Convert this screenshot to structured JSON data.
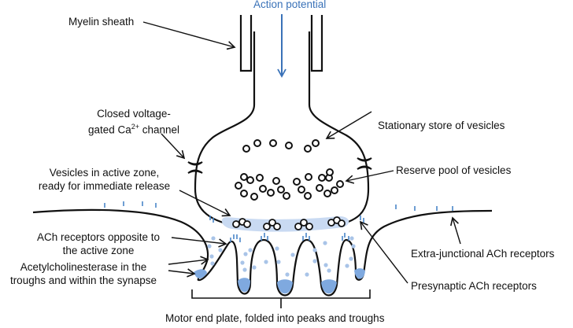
{
  "figure": {
    "type": "neuromuscular junction diagram",
    "colors": {
      "outline": "#111111",
      "signal_blue": "#3a72b8",
      "receptor_blue": "#4a86c8",
      "active_zone_fill": "#c9daf2",
      "enzyme_dot": "#a9c4e8",
      "trough_fill": "#7fa9df"
    }
  },
  "labels": {
    "action_potential": "Action potential",
    "myelin_sheath": "Myelin sheath",
    "closed_channel_line1": "Closed voltage-",
    "closed_channel_line2_pre": "gated Ca",
    "closed_channel_sup": "2+",
    "closed_channel_line2_post": " channel",
    "stationary_store": "Stationary store of vesicles",
    "reserve_pool": "Reserve pool of vesicles",
    "active_zone_line1": "Vesicles in active zone,",
    "active_zone_line2": "ready for immediate release",
    "ach_opposite_line1": "ACh receptors opposite to",
    "ach_opposite_line2": "the active zone",
    "ache_line1": "Acetylcholinesterase in the",
    "ache_line2": "troughs and within the synapse",
    "extra_junctional": "Extra-junctional ACh receptors",
    "presynaptic": "Presynaptic ACh receptors",
    "motor_end_plate": "Motor end plate, folded into peaks and troughs"
  }
}
